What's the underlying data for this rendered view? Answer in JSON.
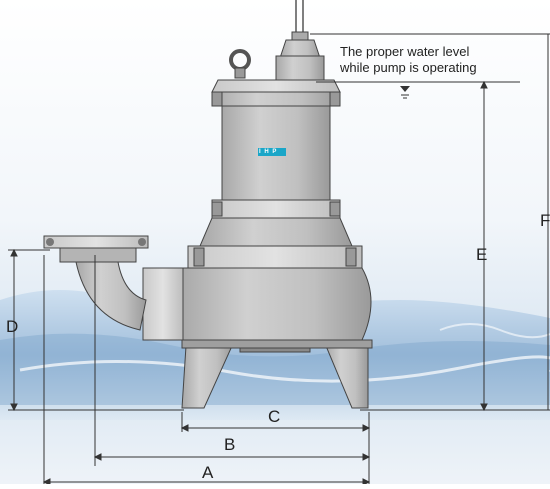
{
  "diagram": {
    "water_level_note": {
      "line1": "The proper water level",
      "line2": "while pump is operating"
    },
    "brand_badge": "I H P",
    "dimensions": {
      "A": "A",
      "B": "B",
      "C": "C",
      "D": "D",
      "E": "E",
      "F": "F"
    },
    "colors": {
      "pump_body": "#c3c3c3",
      "pump_shade": "#a9a9a9",
      "pump_outline": "#4a4a4a",
      "water": "#9fc0de",
      "badge": "#1aa6c8",
      "dimension_line": "#333333"
    }
  }
}
